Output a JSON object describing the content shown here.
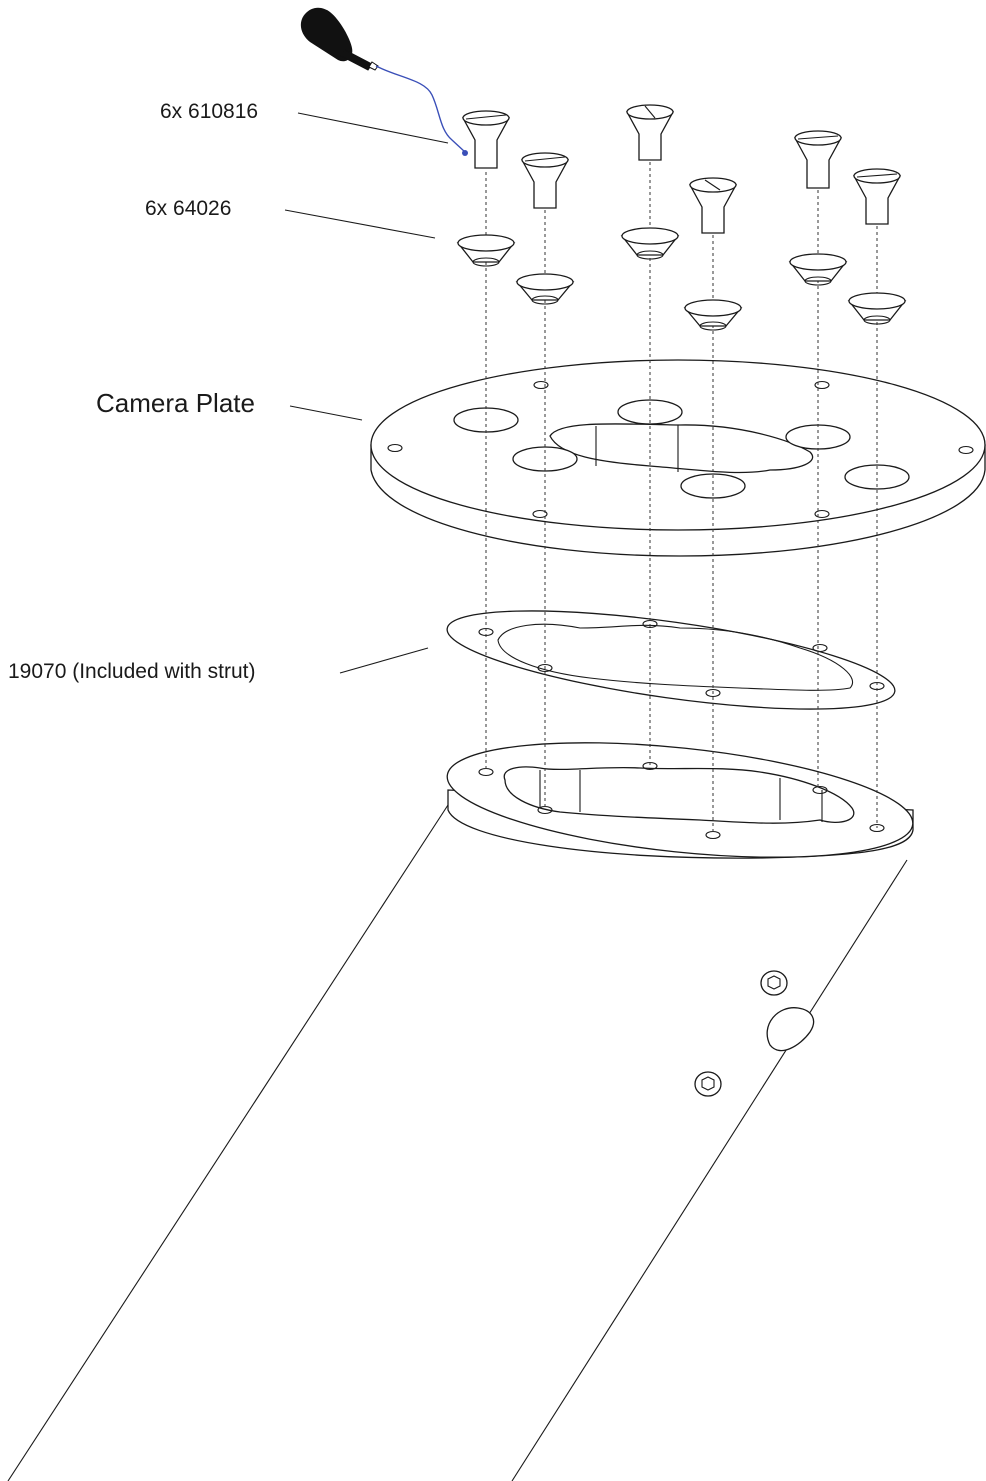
{
  "labels": {
    "screws": "6x 610816",
    "washers": "6x 64026",
    "plate": "Camera Plate",
    "gasket": "19070  (Included with strut)"
  },
  "colors": {
    "line": "#1a1a1a",
    "threadlocker_wire": "#3a4fb8",
    "bottle": "#111111"
  },
  "icons": {
    "threadlocker": "threadlocker-bottle-icon",
    "screw": "countersunk-slotted-screw-icon",
    "washer": "cup-washer-icon",
    "hex_socket": "hex-socket-icon"
  }
}
